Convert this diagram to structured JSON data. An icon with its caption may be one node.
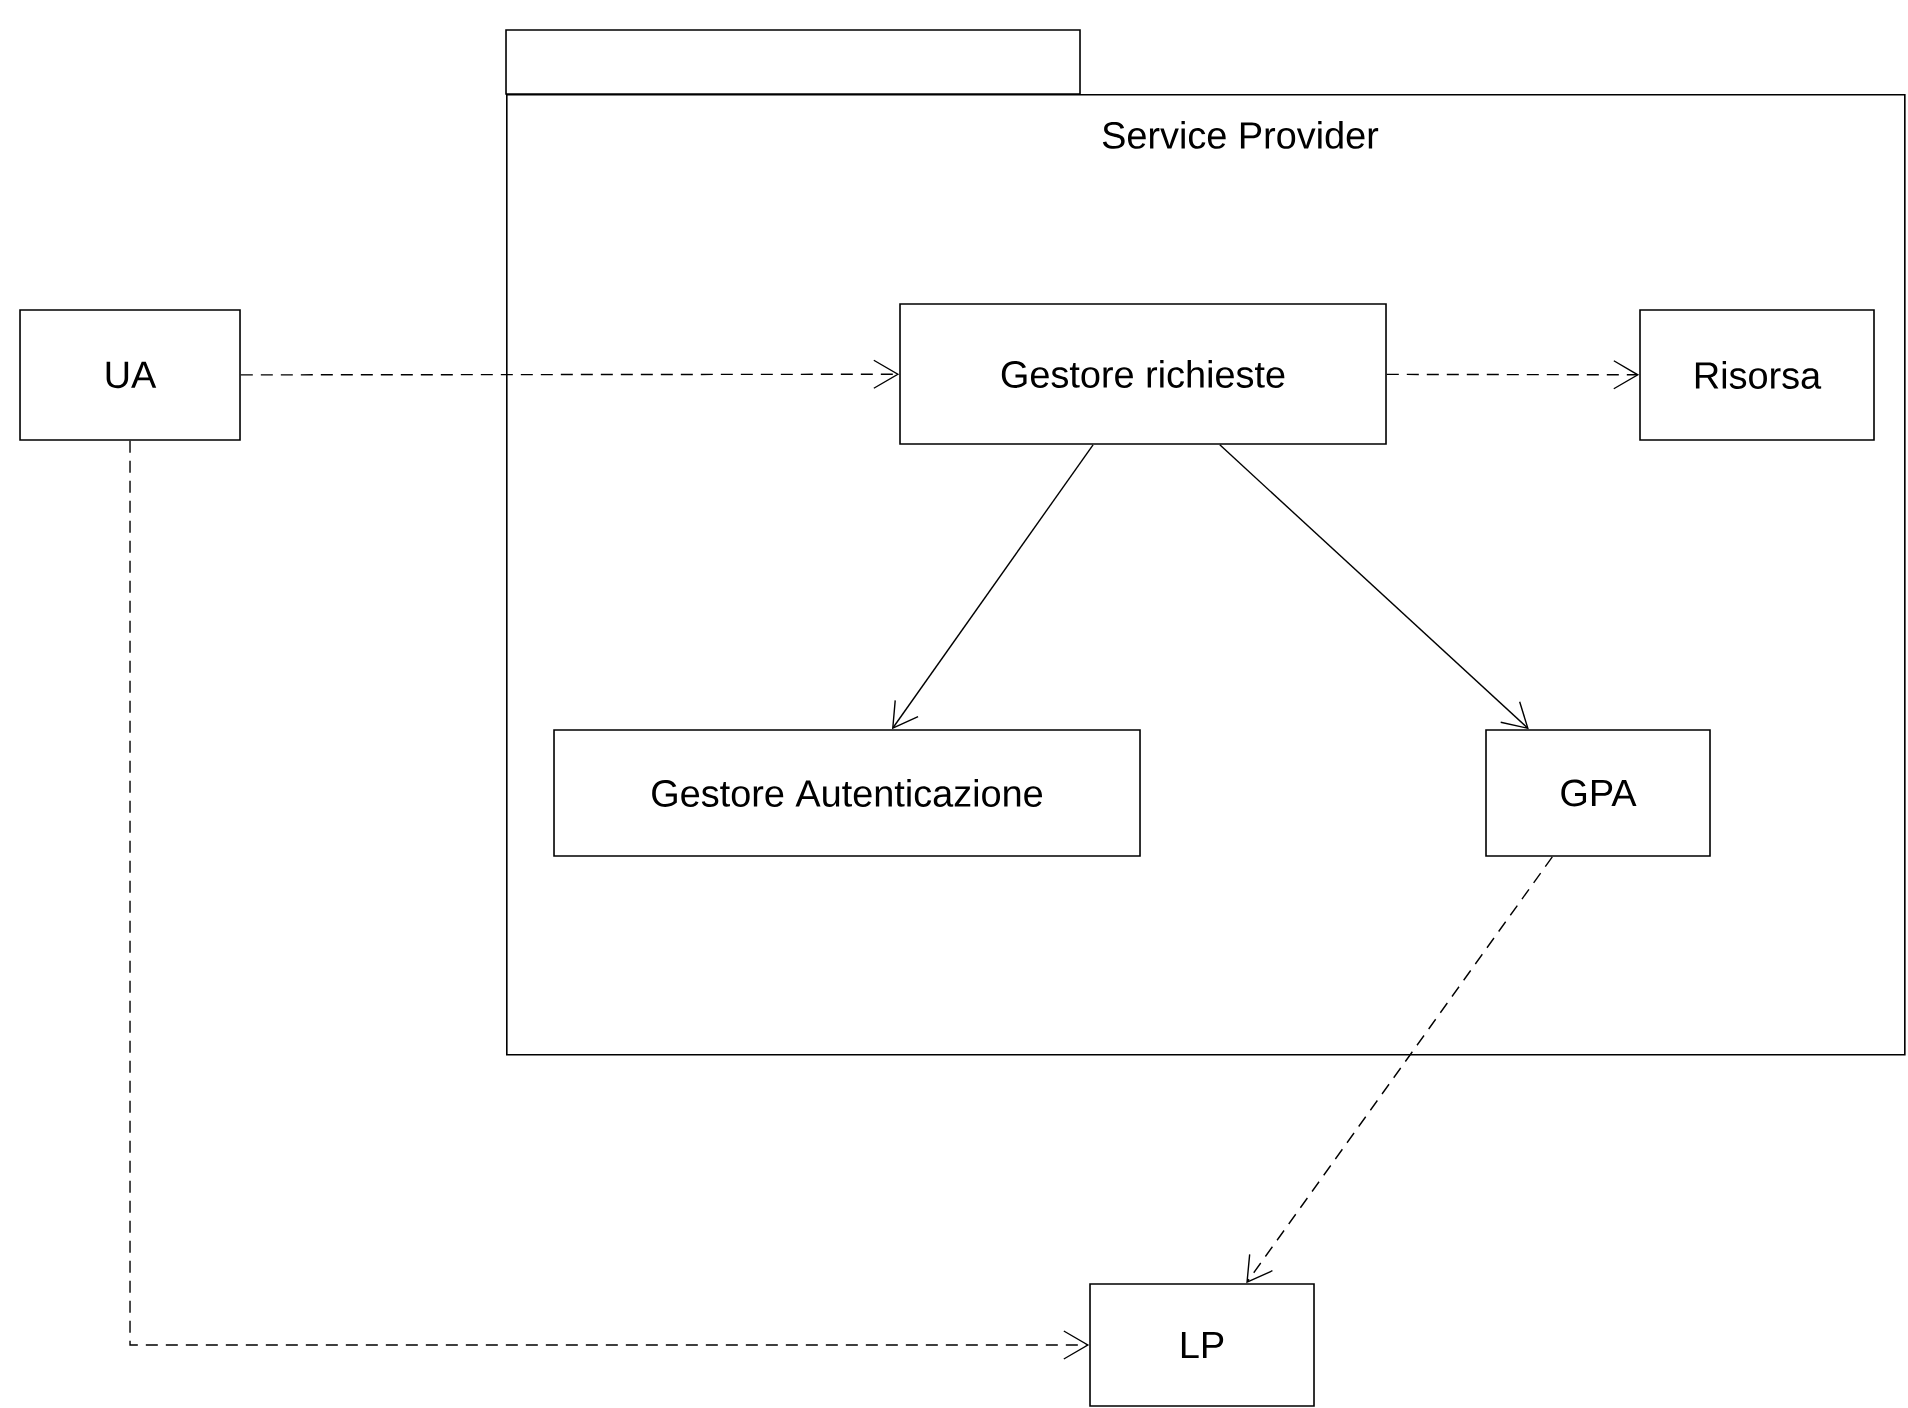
{
  "diagram": {
    "nodes": [
      {
        "text": [
          "Service Provider"
        ]
      },
      {
        "text": [
          "UA"
        ]
      },
      {
        "text": [
          "Gestore richieste"
        ],
        "in": 0
      },
      {
        "text": [
          "Risorsa"
        ],
        "in": 0
      },
      {
        "text": [
          "Gestore Autenticazione"
        ],
        "in": 0
      },
      {
        "text": [
          "GPA"
        ],
        "in": 0
      },
      {
        "text": [
          "LP"
        ]
      }
    ],
    "edges": [
      {
        "from": 1,
        "to": 2,
        "arrow": "to",
        "style": "dashed"
      },
      {
        "from": 2,
        "to": 3,
        "arrow": "to",
        "style": "dashed"
      },
      {
        "from": 2,
        "to": 4,
        "arrow": "to"
      },
      {
        "from": 2,
        "to": 5,
        "arrow": "to"
      },
      {
        "from": 5,
        "to": 6,
        "arrow": "to",
        "style": "dashed"
      },
      {
        "from": 1,
        "to": 6,
        "arrow": "to",
        "style": "dashed"
      }
    ]
  }
}
